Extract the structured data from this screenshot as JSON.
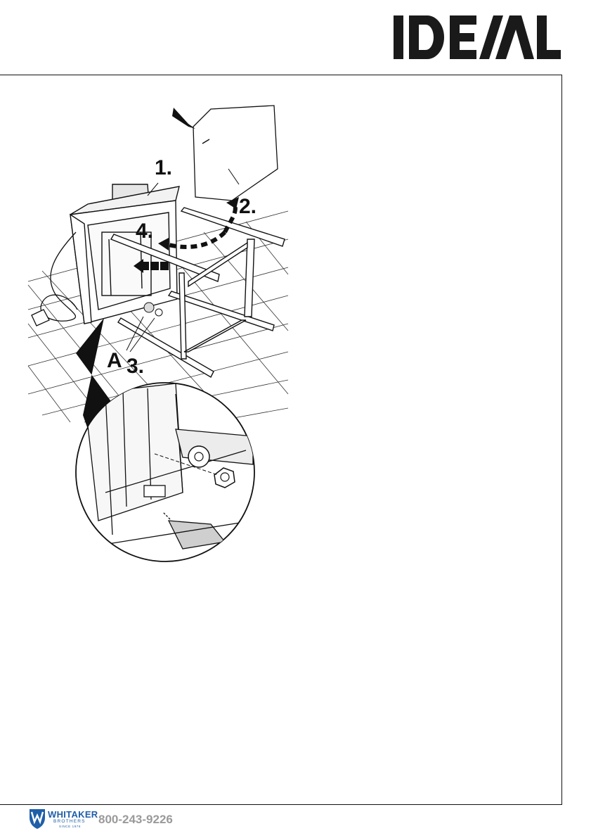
{
  "brand": {
    "logo_text": "IDEAL"
  },
  "figure": {
    "step_labels": {
      "s1": "1.",
      "s2": "2.",
      "s3": "3.",
      "s4": "4."
    },
    "part_label": "A"
  },
  "footer": {
    "company_name": "WHITAKER",
    "company_sub": "BROTHERS",
    "company_since": "SINCE 1976",
    "phone": "800-243-9226"
  },
  "colors": {
    "ink": "#111111",
    "brand_blue": "#1f5fa8",
    "phone_grey": "#9a9a9a",
    "steel_grey": "#cfcfcf"
  }
}
